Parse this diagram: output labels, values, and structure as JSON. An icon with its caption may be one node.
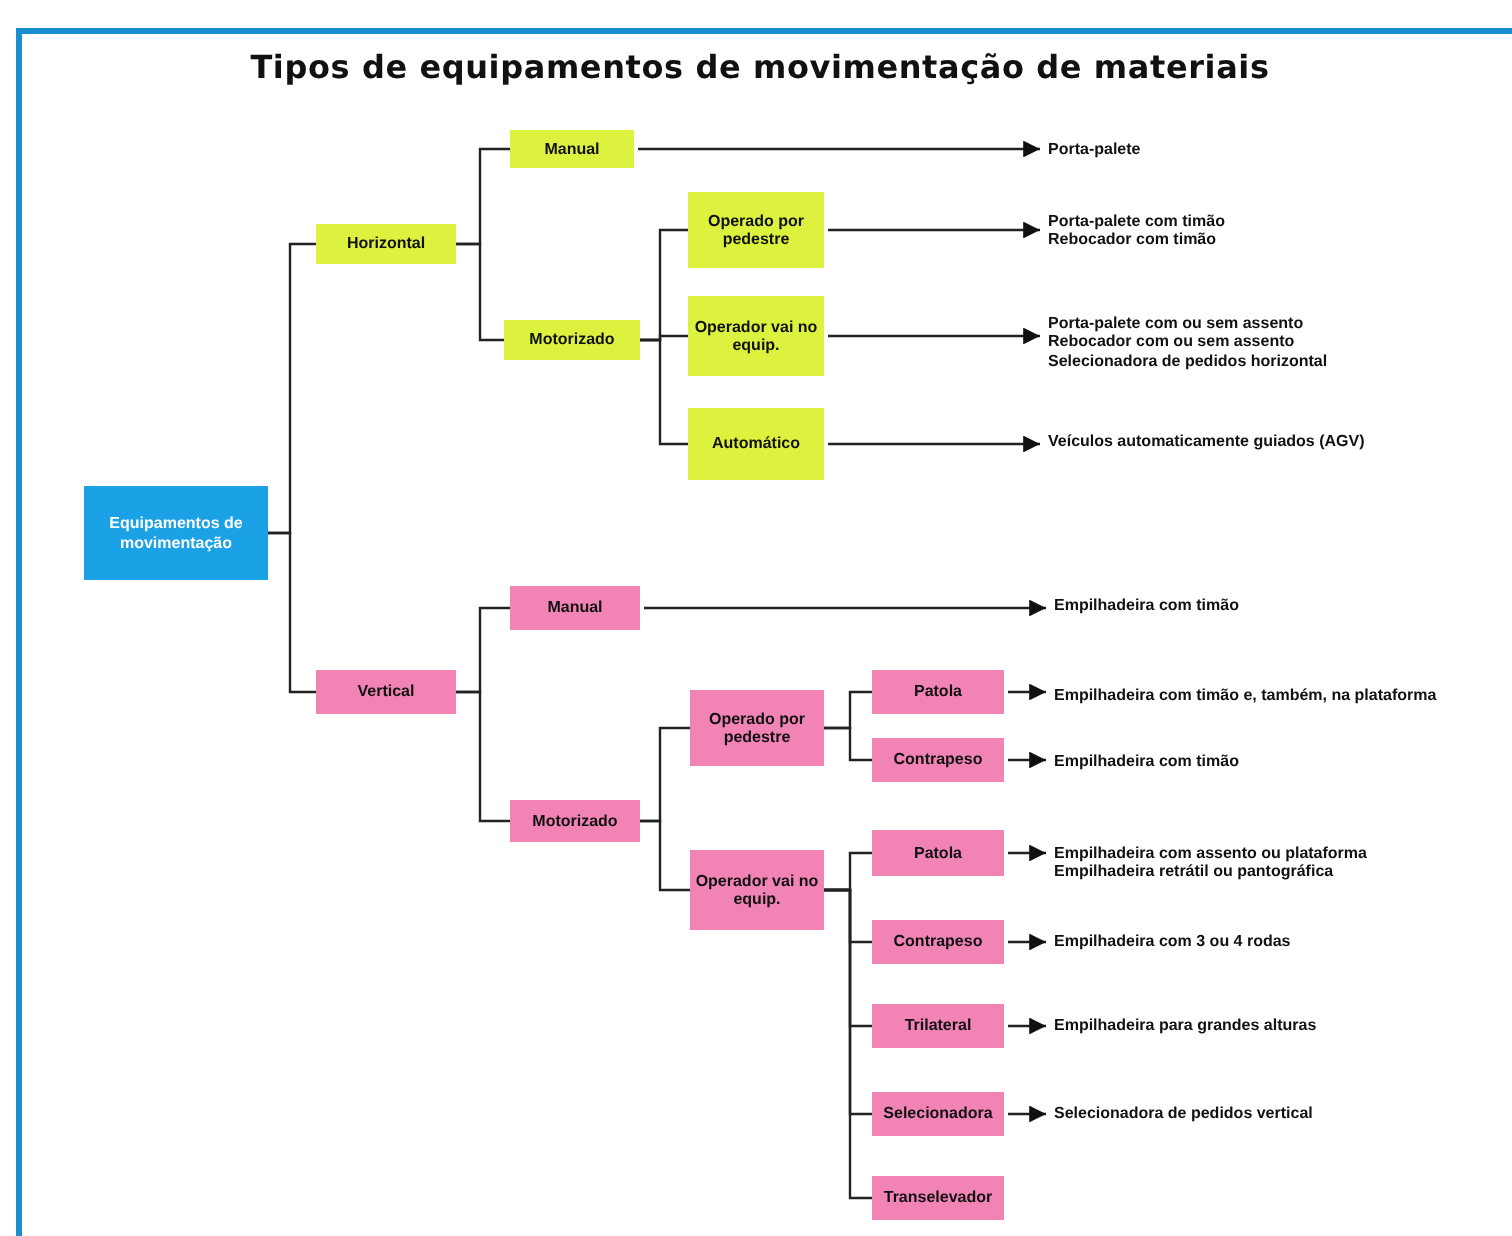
{
  "diagram": {
    "title": "Tipos de equipamentos de movimentação de materiais",
    "nodes": [
      {
        "text": [
          "Equipamentos de movimentação"
        ]
      },
      {
        "text": [
          "Horizontal"
        ]
      },
      {
        "text": [
          "Manual"
        ]
      },
      {
        "text": [
          "Motorizado"
        ]
      },
      {
        "text": [
          "Operado por pedestre"
        ]
      },
      {
        "text": [
          "Operador vai no equip."
        ]
      },
      {
        "text": [
          "Automático"
        ]
      },
      {
        "text": [
          "Porta-palete"
        ]
      },
      {
        "text": [
          "Porta-palete com timão",
          "Rebocador com timão"
        ]
      },
      {
        "text": [
          "Porta-palete com ou sem assento",
          "Rebocador com ou sem assento",
          "Selecionadora de pedidos horizontal"
        ]
      },
      {
        "text": [
          "Veículos automaticamente guiados (AGV)"
        ]
      },
      {
        "text": [
          "Vertical"
        ]
      },
      {
        "text": [
          "Manual"
        ]
      },
      {
        "text": [
          "Motorizado"
        ]
      },
      {
        "text": [
          "Operado por pedestre"
        ]
      },
      {
        "text": [
          "Patola"
        ]
      },
      {
        "text": [
          "Contrapeso"
        ]
      },
      {
        "text": [
          "Operador vai no equip."
        ]
      },
      {
        "text": [
          "Patola"
        ]
      },
      {
        "text": [
          "Contrapeso"
        ]
      },
      {
        "text": [
          "Trilateral"
        ]
      },
      {
        "text": [
          "Selecionadora"
        ]
      },
      {
        "text": [
          "Transelevador"
        ]
      },
      {
        "text": [
          "Empilhadeira com timão"
        ]
      },
      {
        "text": [
          "Empilhadeira com timão e, também, na plataforma"
        ]
      },
      {
        "text": [
          "Empilhadeira com timão"
        ]
      },
      {
        "text": [
          "Empilhadeira com assento ou plataforma",
          "Empilhadeira retrátil ou pantográfica"
        ]
      },
      {
        "text": [
          "Empilhadeira com 3 ou 4 rodas"
        ]
      },
      {
        "text": [
          "Empilhadeira para grandes alturas"
        ]
      },
      {
        "text": [
          "Selecionadora de pedidos vertical"
        ]
      }
    ],
    "edges": [
      {
        "from": 0,
        "to": 1,
        "arrow": "none"
      },
      {
        "from": 0,
        "to": 11,
        "arrow": "none"
      },
      {
        "from": 1,
        "to": 2,
        "arrow": "none"
      },
      {
        "from": 1,
        "to": 3,
        "arrow": "none"
      },
      {
        "from": 3,
        "to": 4,
        "arrow": "none"
      },
      {
        "from": 3,
        "to": 5,
        "arrow": "none"
      },
      {
        "from": 3,
        "to": 6,
        "arrow": "none"
      },
      {
        "from": 2,
        "to": 7,
        "arrow": "to"
      },
      {
        "from": 4,
        "to": 8,
        "arrow": "to"
      },
      {
        "from": 5,
        "to": 9,
        "arrow": "to"
      },
      {
        "from": 6,
        "to": 10,
        "arrow": "to"
      },
      {
        "from": 11,
        "to": 12,
        "arrow": "none"
      },
      {
        "from": 11,
        "to": 13,
        "arrow": "none"
      },
      {
        "from": 13,
        "to": 14,
        "arrow": "none"
      },
      {
        "from": 13,
        "to": 17,
        "arrow": "none"
      },
      {
        "from": 14,
        "to": 15,
        "arrow": "none"
      },
      {
        "from": 14,
        "to": 16,
        "arrow": "none"
      },
      {
        "from": 17,
        "to": 18,
        "arrow": "none"
      },
      {
        "from": 17,
        "to": 19,
        "arrow": "none"
      },
      {
        "from": 17,
        "to": 20,
        "arrow": "none"
      },
      {
        "from": 17,
        "to": 21,
        "arrow": "none"
      },
      {
        "from": 17,
        "to": 22,
        "arrow": "none"
      },
      {
        "from": 12,
        "to": 23,
        "arrow": "to"
      },
      {
        "from": 15,
        "to": 24,
        "arrow": "to"
      },
      {
        "from": 16,
        "to": 25,
        "arrow": "to"
      },
      {
        "from": 18,
        "to": 26,
        "arrow": "to"
      },
      {
        "from": 19,
        "to": 27,
        "arrow": "to"
      },
      {
        "from": 20,
        "to": 28,
        "arrow": "to"
      },
      {
        "from": 21,
        "to": 29,
        "arrow": "to"
      }
    ]
  }
}
